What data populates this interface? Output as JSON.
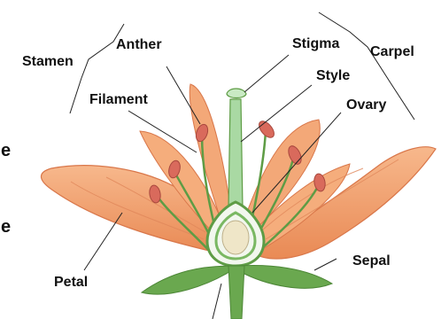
{
  "labels": {
    "stamen": "Stamen",
    "anther": "Anther",
    "filament": "Filament",
    "stigma": "Stigma",
    "style": "Style",
    "ovary": "Ovary",
    "carpel": "Carpel",
    "petal": "Petal",
    "sepal": "Sepal"
  },
  "edge_fragments": [
    "e",
    "e"
  ],
  "colors": {
    "petal": "#f2a070",
    "petal_shadow": "#d9774a",
    "filament": "#6aa84f",
    "anther": "#d96a5c",
    "style": "#9fd39a",
    "sepal": "#6aa84f",
    "ovule": "#efe6c8",
    "text": "#111111"
  }
}
